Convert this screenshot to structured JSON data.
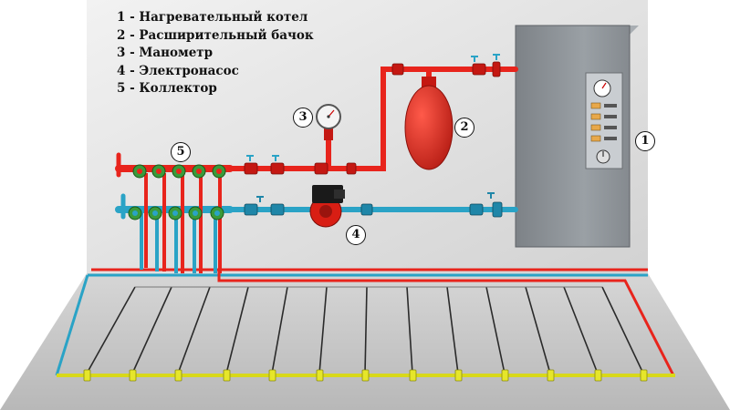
{
  "legend": [
    "1 - Нагревательный котел",
    "2 - Расширительный бачок",
    "3 - Манометр",
    "4 - Электронасос",
    "5 - Коллектор"
  ],
  "callouts": {
    "boiler": "1",
    "expansion_tank": "2",
    "pressure_gauge": "3",
    "pump": "4",
    "collector": "5"
  },
  "colors": {
    "supply_pipe": "#e8241c",
    "return_pipe": "#2aa3c6",
    "floor_header": "#d8d81a",
    "boiler_body": "#8a8f94",
    "wall": "#dcdcdc",
    "floor": "#c4c4c4"
  }
}
